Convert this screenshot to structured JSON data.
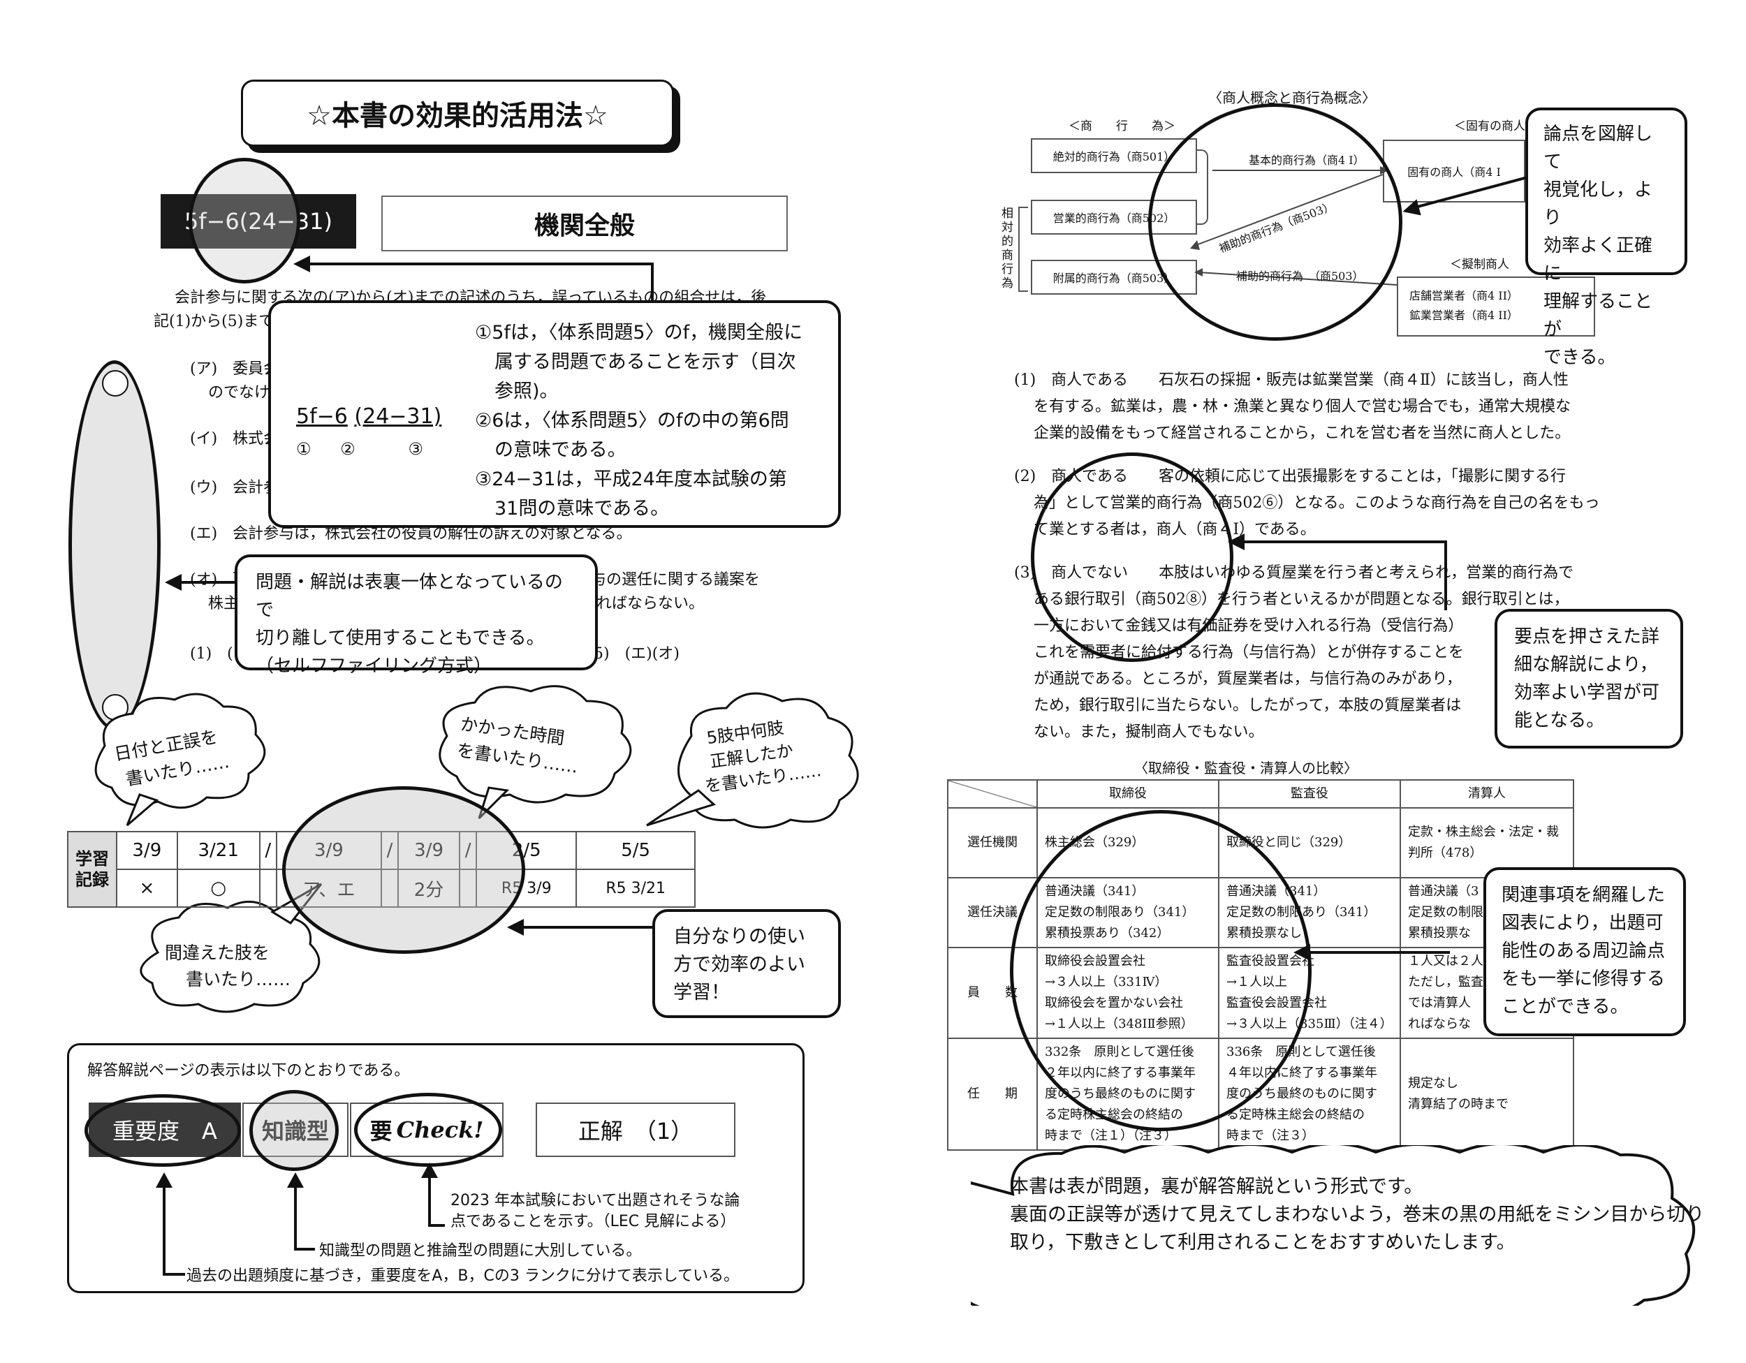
{
  "title": "☆本書の効果的活用法☆",
  "left": {
    "problem_code": "5f−6(24−31)",
    "problem_title": "機関全般",
    "question_lines": [
      "会計参与に関する次の(ア)から(オ)までの記述のうち，誤っているものの組合せは，後",
      "記(1)から(5)まで"
    ],
    "options": [
      "(ア)　委員会",
      "のでなけ",
      "(イ)　株式会",
      "(ウ)　会計参",
      "(エ)　会計参与は，株式会社の役員の解任の訴えの対象となる。",
      "(オ)　取",
      "株主",
      "(1)　(ア"
    ],
    "option_tail_1": "与の選任に関する議案を",
    "option_tail_2": "ればならない。",
    "choice_tail": "5)　(エ)(オ)",
    "code_callout": {
      "code_main": "5f−6",
      "code_paren": "(24−31)",
      "markers": [
        "①",
        "②",
        "③"
      ],
      "lines": [
        "①5fは，〈体系問題5〉のf，機関全般に",
        "属する問題であることを示す（目次",
        "参照)。",
        "②6は，〈体系問題5〉のfの中の第6問",
        "の意味である。",
        "③24−31は，平成24年度本試験の第",
        "31問の意味である。"
      ]
    },
    "selffile_callout": [
      "問題・解説は表裏一体となっているので",
      "切り離して使用することもできる。",
      "（セルフファイリング方式）"
    ],
    "bubbles": {
      "date": [
        "日付と正誤を",
        "書いたり……"
      ],
      "time": [
        "かかった時間",
        "を書いたり……"
      ],
      "count": [
        "5肢中何肢",
        "正解したか",
        "を書いたり……"
      ],
      "wrong": [
        "間違えた肢を",
        "書いたり……"
      ]
    },
    "record": {
      "label": [
        "学習",
        "記録"
      ],
      "top": [
        "3/9",
        "3/21",
        "/",
        "3/9",
        "/",
        "3/9",
        "/",
        "2/5",
        "5/5"
      ],
      "bottom": [
        "×",
        "○",
        "",
        "ア、エ",
        "",
        "2分",
        "",
        "R5 3/9",
        "R5 3/21"
      ]
    },
    "self_callout": [
      "自分なりの使い",
      "方で効率のよい",
      "学習！"
    ],
    "legend": {
      "intro": "解答解説ページの表示は以下のとおりである。",
      "importance": "重要度　A",
      "type": "知識型",
      "check_prefix": "要",
      "check_word": "Check!",
      "answer": "正解　（1）",
      "note_check": [
        "2023 年本試験において出題されそうな論",
        "点であることを示す。（LEC 見解による）"
      ],
      "note_type": "知識型の問題と推論型の問題に大別している。",
      "note_importance": "過去の出題頻度に基づき，重要度をA，B，Cの3 ランクに分けて表示している。"
    }
  },
  "right": {
    "diagram": {
      "title": "〈商人概念と商行為概念〉",
      "col_left": "＜商　　行　　為＞",
      "col_right": "＜固有の商人",
      "col_right2": "＜擬制商人",
      "side_label": "相対的商行為",
      "absolute": "絶対的商行為（商501）",
      "business": "営業的商行為（商502）",
      "auxiliary": "附属的商行為（商503）",
      "basic_arrow": "基本的商行為（商4 I）",
      "aux_arrow1": "補助的商行為（商503）",
      "aux_arrow2": "補助的商行為　（商503）",
      "inherent": "固有の商人（商4 I",
      "store": "店舗営業者（商4 II）",
      "mining": "鉱業営業者（商4 II）"
    },
    "diagram_callout": [
      "論点を図解して",
      "視覚化し，より",
      "効率よく正確に",
      "理解することが",
      "できる。"
    ],
    "explanations": [
      [
        "(1)　商人である　　石灰石の採掘・販売は鉱業営業（商４Ⅱ）に該当し，商人性",
        "を有する。鉱業は，農・林・漁業と異なり個人で営む場合でも，通常大規模な",
        "企業的設備をもって経営されることから，これを営む者を当然に商人とした。"
      ],
      [
        "(2)　商人である　　客の依頼に応じて出張撮影をすることは，「撮影に関する行",
        "為」として営業的商行為（商502⑥）となる。このような商行為を自己の名をもっ",
        "て業とする者は，商人（商４Ⅰ）である。"
      ],
      [
        "(3)　商人でない　　本肢はいわゆる質屋業を行う者と考えられ，営業的商行為で",
        "ある銀行取引（商502⑧）を行う者といえるかが問題となる。銀行取引とは，",
        "一方において金銭又は有価証券を受け入れる行為（受信行為）",
        "これを需要者に給付する行為（与信行為）とが併存することを",
        "が通説である。ところが，質屋業者は，与信行為のみがあり，",
        "ため，銀行取引に当たらない。したがって，本肢の質屋業者は",
        "ない。また，擬制商人でもない。"
      ]
    ],
    "explain_callout": [
      "要点を押さえた詳",
      "細な解説により，",
      "効率よい学習が可",
      "能となる。"
    ],
    "table": {
      "title": "〈取締役・監査役・清算人の比較〉",
      "headers": [
        "",
        "取締役",
        "監査役",
        "清算人"
      ],
      "rows": [
        [
          "選任機関",
          "株主総会（329）",
          "取締役と同じ（329）",
          "定款・株主総会・法定・裁判所（478）"
        ],
        [
          "選任決議",
          "普通決議（341）\n定足数の制限あり（341）\n累積投票あり（342）",
          "普通決議（341）\n定足数の制限あり（341）\n累積投票なし",
          "普通決議（3\n定足数の制限\n累積投票な"
        ],
        [
          "員　　数",
          "取締役会設置会社\n→３人以上（331Ⅳ）\n取締役会を置かない会社\n→１人以上（348ⅠⅡ参照）",
          "監査役設置会社\n→１人以上\n監査役会設置会社\n→３人以上（335Ⅲ）（注４）",
          "１人又は２人\nただし，監査\nでは清算人\nればならな"
        ],
        [
          "任　　期",
          "332条　原則として選任後\n２年以内に終了する事業年\n度のうち最終のものに関す\nる定時株主総会の終結の\n時まで（注１）（注３）",
          "336条　原則として選任後\n４年以内に終了する事業年\n度のうち最終のものに関す\nる定時株主総会の終結の\n時まで（注３）",
          "規定なし\n清算結了の時まで"
        ]
      ]
    },
    "table_callout": [
      "関連事項を網羅した",
      "図表により，出題可",
      "能性のある周辺論点",
      "をも一挙に修得する",
      "ことができる。"
    ],
    "cloud": [
      "本書は表が問題，裏が解答解説という形式です。",
      "裏面の正誤等が透けて見えてしまわないよう，巻末の黒の用紙をミシン目から切り",
      "取り，下敷きとして利用されることをおすすめいたします。"
    ]
  }
}
